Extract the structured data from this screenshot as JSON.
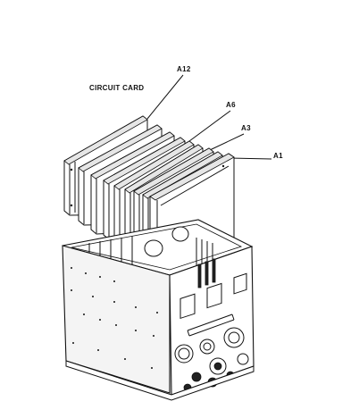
{
  "labels": {
    "circuit_card": "CIRCUIT CARD",
    "a12": "A12",
    "a6": "A6",
    "a3": "A3",
    "a1": "A1"
  }
}
